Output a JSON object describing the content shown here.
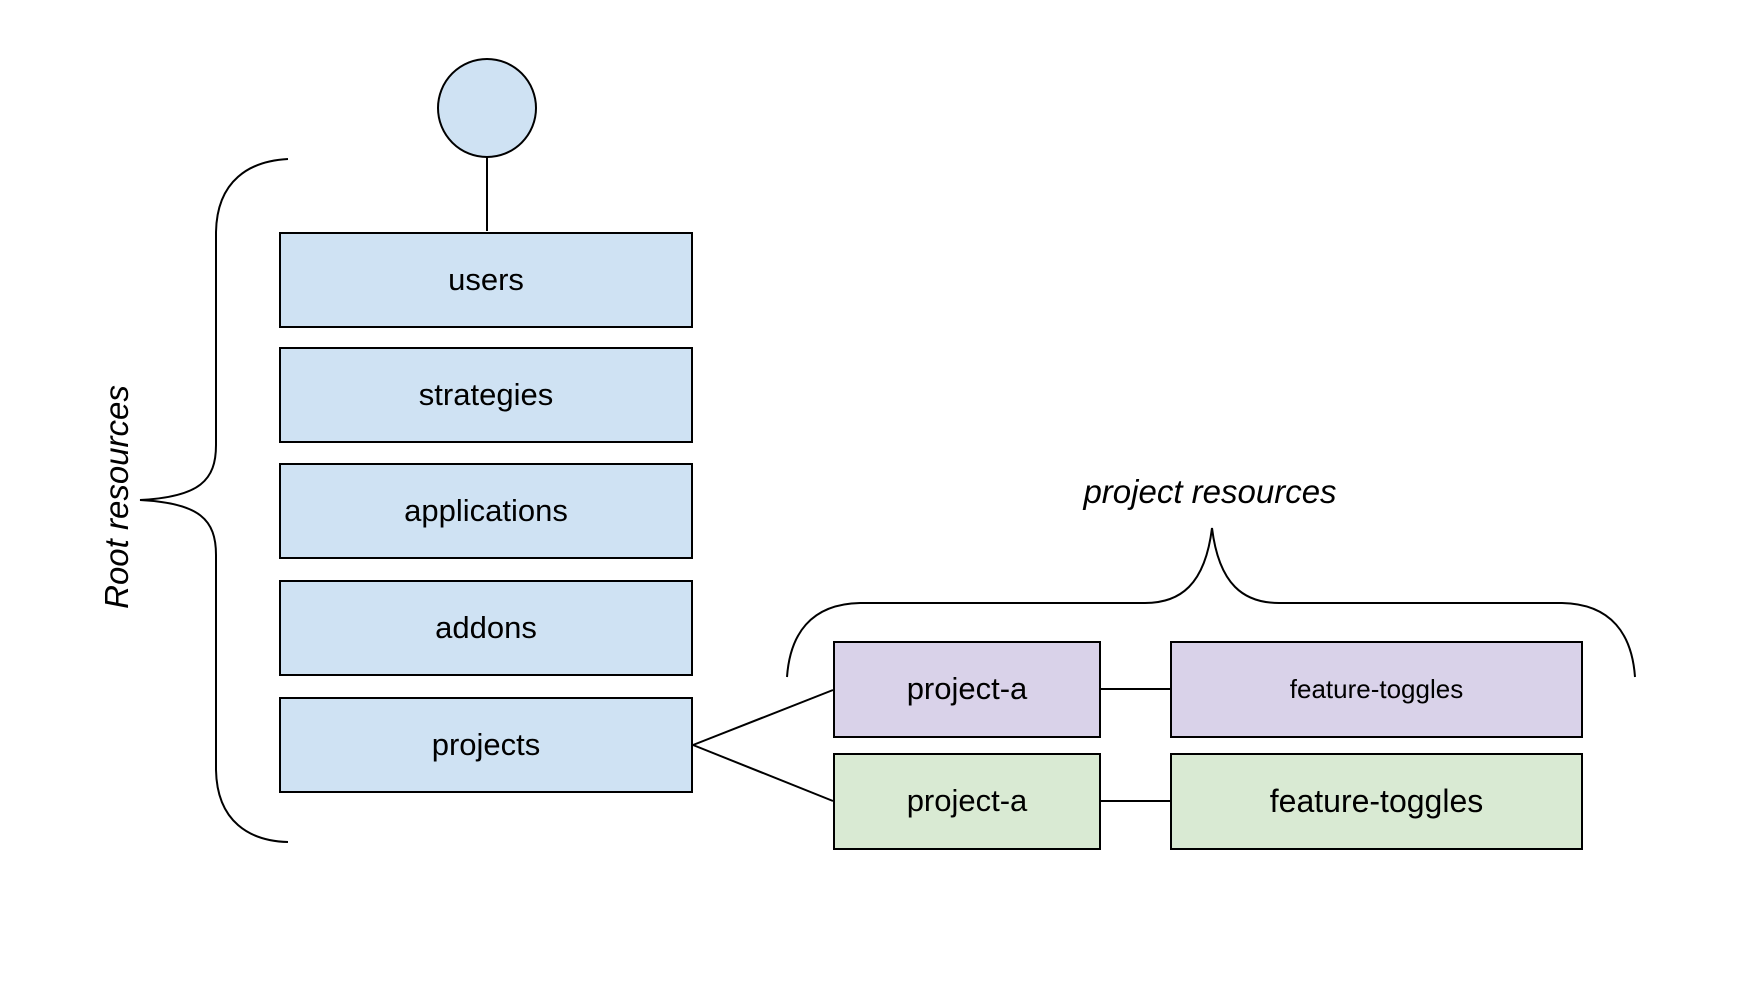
{
  "groups": {
    "root": {
      "label": "Root resources",
      "items": [
        "users",
        "strategies",
        "applications",
        "addons",
        "projects"
      ]
    },
    "project": {
      "label": "project resources"
    }
  },
  "project_rows": [
    {
      "project": "project-a",
      "resource": "feature-toggles",
      "theme": "purple"
    },
    {
      "project": "project-a",
      "resource": "feature-toggles",
      "theme": "green"
    }
  ],
  "colors": {
    "root_fill": "#cfe2f3",
    "purple_fill": "#d9d2e9",
    "green_fill": "#d9ead3",
    "stroke": "#000000"
  }
}
